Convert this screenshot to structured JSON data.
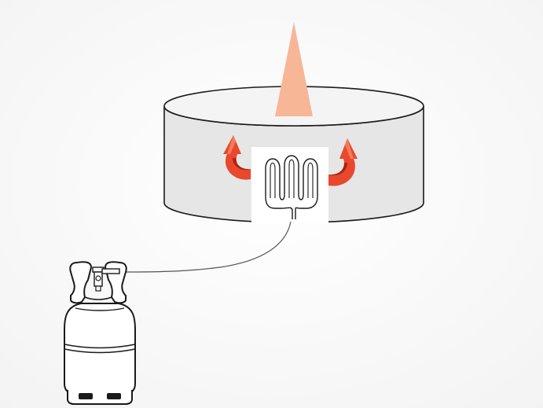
{
  "diagram": {
    "colors": {
      "background": "#ffffff",
      "drum_side": "#e6e6e6",
      "drum_top": "#f4f4f4",
      "outline": "#1a1a1a",
      "flame": "#f7b696",
      "arrow_fill": "#e8492c",
      "arrow_shade": "#a82411",
      "arrow_highlight": "#f57a5c",
      "panel": "#ffffff",
      "hose": "#555555",
      "cylinder": "#ffffff"
    },
    "icons": {
      "drum": "cylindrical-tank",
      "flame": "flame",
      "left_arrow": "curved-arrow-counterclockwise",
      "right_arrow": "curved-arrow-clockwise",
      "heater": "heating-element",
      "gas_bottle": "gas-cylinder",
      "hose": "gas-hose"
    }
  }
}
